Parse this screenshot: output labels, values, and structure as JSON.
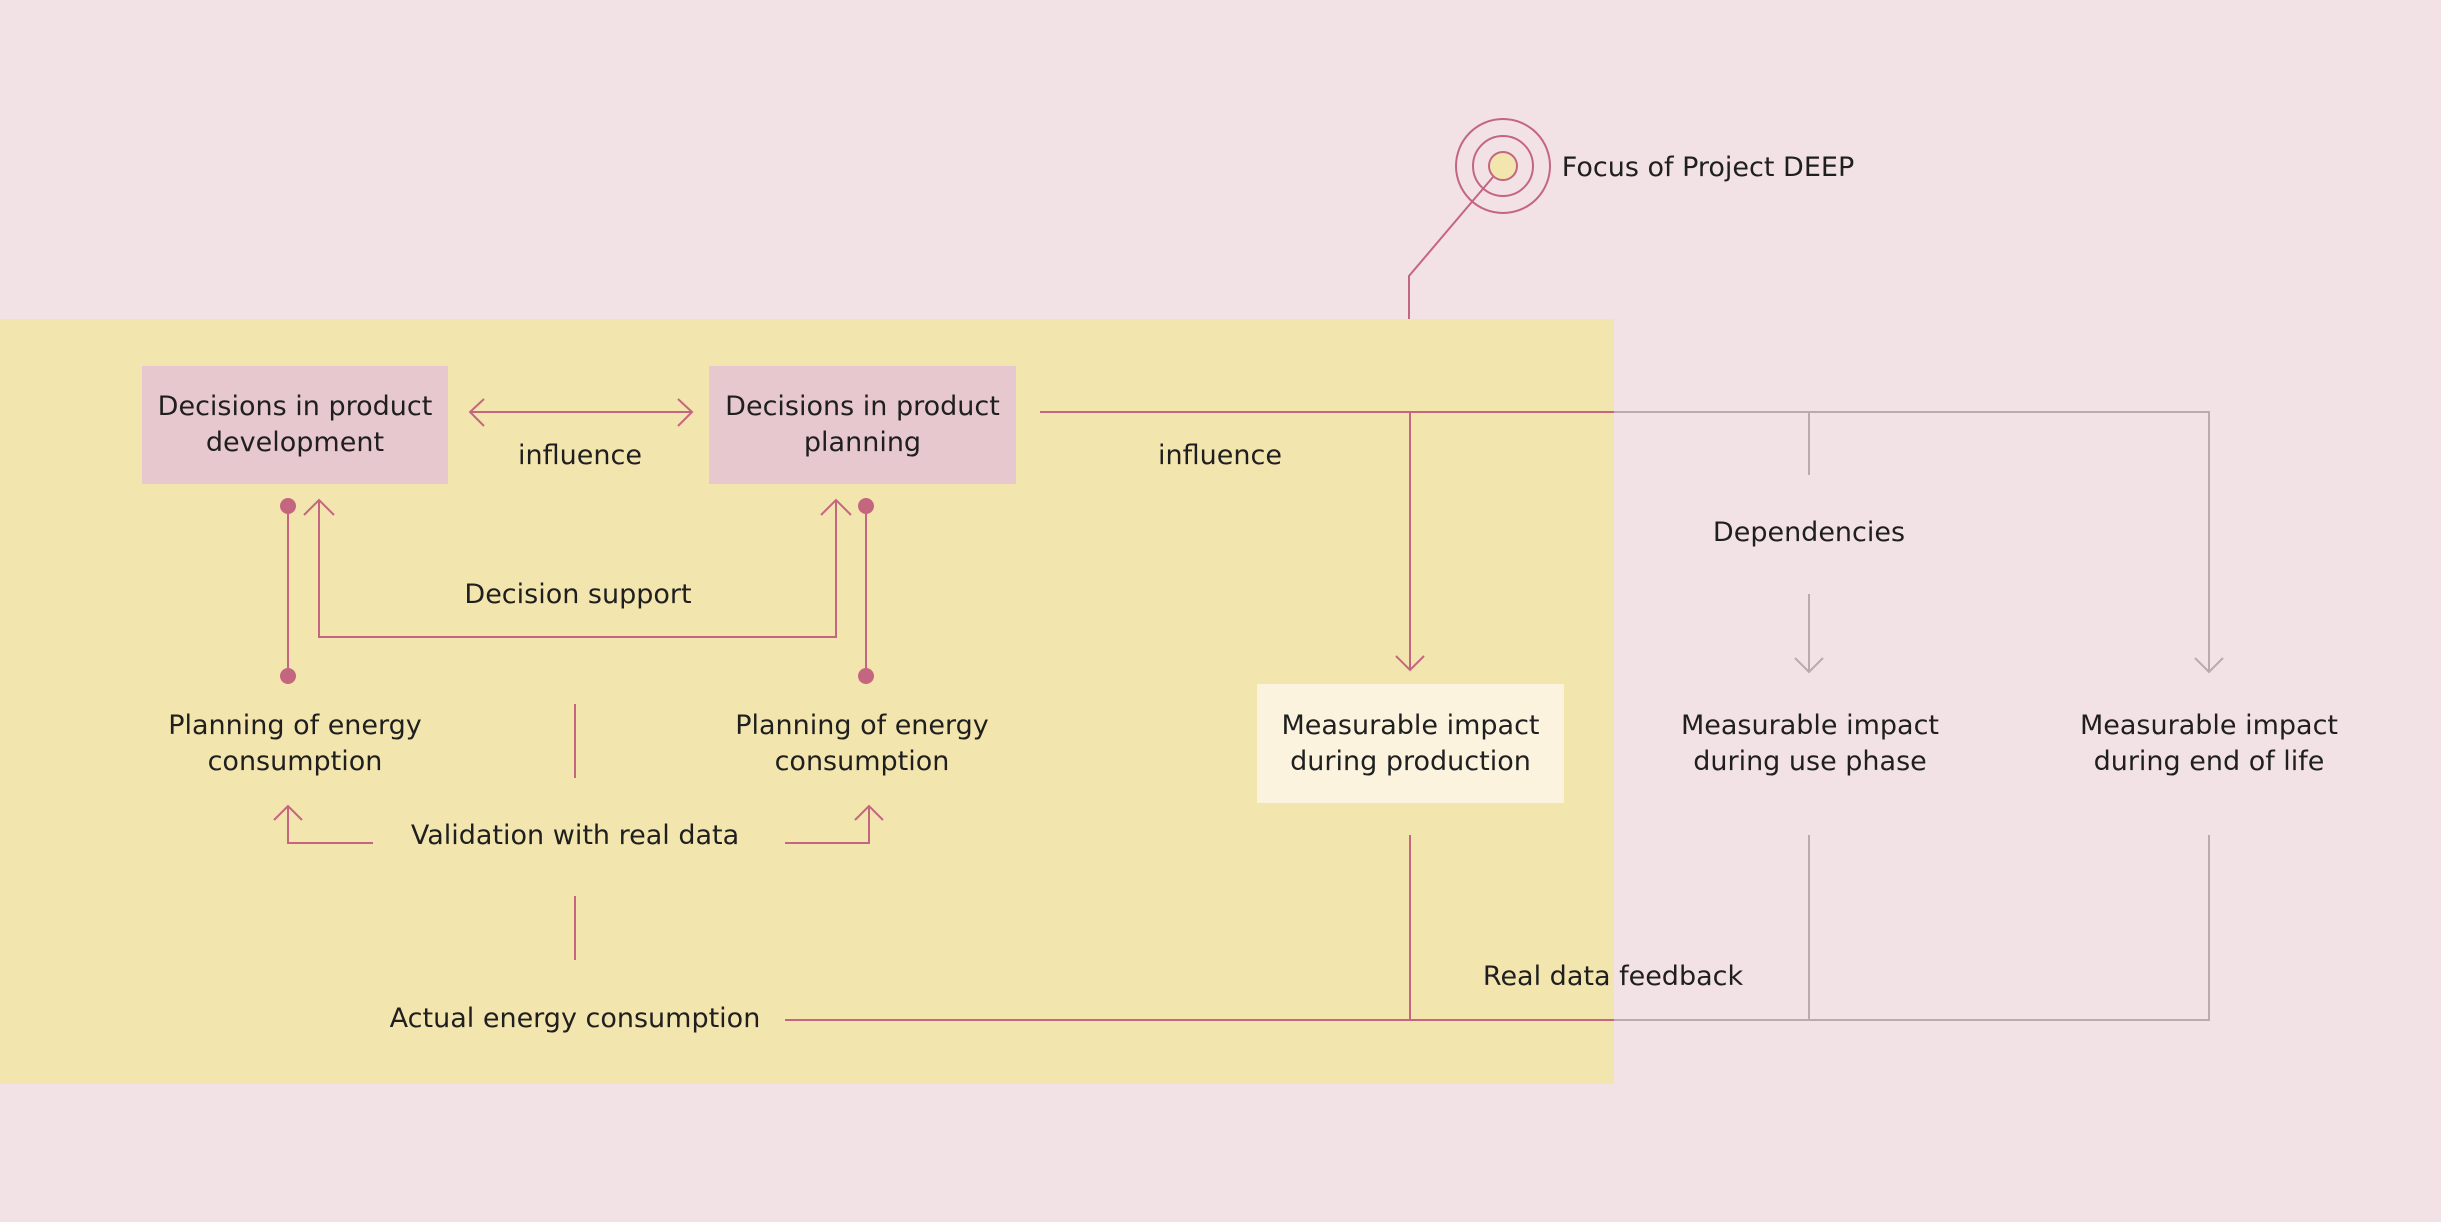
{
  "colors": {
    "background": "#f2e2e6",
    "focus_area": "#f3e5ae",
    "accent": "#c4667f",
    "muted": "#b8aab0"
  },
  "focus": {
    "label": "Focus of Project DEEP",
    "icon": "target-icon"
  },
  "nodes": {
    "decisions_development": "Decisions in product\ndevelopment",
    "decisions_planning": "Decisions in product\nplanning",
    "planning_energy_left": "Planning of energy\nconsumption",
    "planning_energy_right": "Planning of energy\nconsumption",
    "validation": "Validation with real data",
    "actual_energy": "Actual energy consumption",
    "impact_production": "Measurable impact\nduring production",
    "impact_use": "Measurable impact\nduring use phase",
    "impact_end": "Measurable impact\nduring end of life"
  },
  "edge_labels": {
    "influence_left": "influence",
    "influence_right": "influence",
    "decision_support": "Decision support",
    "dependencies": "Dependencies",
    "real_data_feedback": "Real data feedback"
  }
}
